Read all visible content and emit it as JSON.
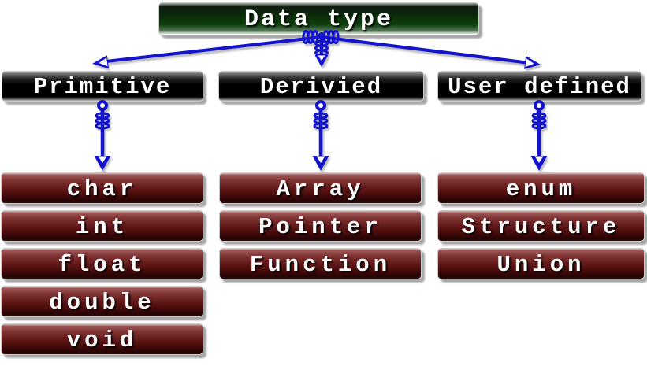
{
  "nodes": {
    "root": {
      "label": "Data type"
    },
    "categories": [
      {
        "label": "Primitive",
        "children": [
          "char",
          "int",
          "float",
          "double",
          "void"
        ]
      },
      {
        "label": "Derivied",
        "children": [
          "Array",
          "Pointer",
          "Function"
        ]
      },
      {
        "label": "User defined",
        "children": [
          "enum",
          "Structure",
          "Union"
        ]
      }
    ]
  },
  "colors": {
    "root_box_green": "#0e3e0e",
    "category_box_black": "#000000",
    "leaf_box_maroon": "#5e1515",
    "arrow_blue": "#1414ce",
    "text_white": "#ffffff"
  }
}
